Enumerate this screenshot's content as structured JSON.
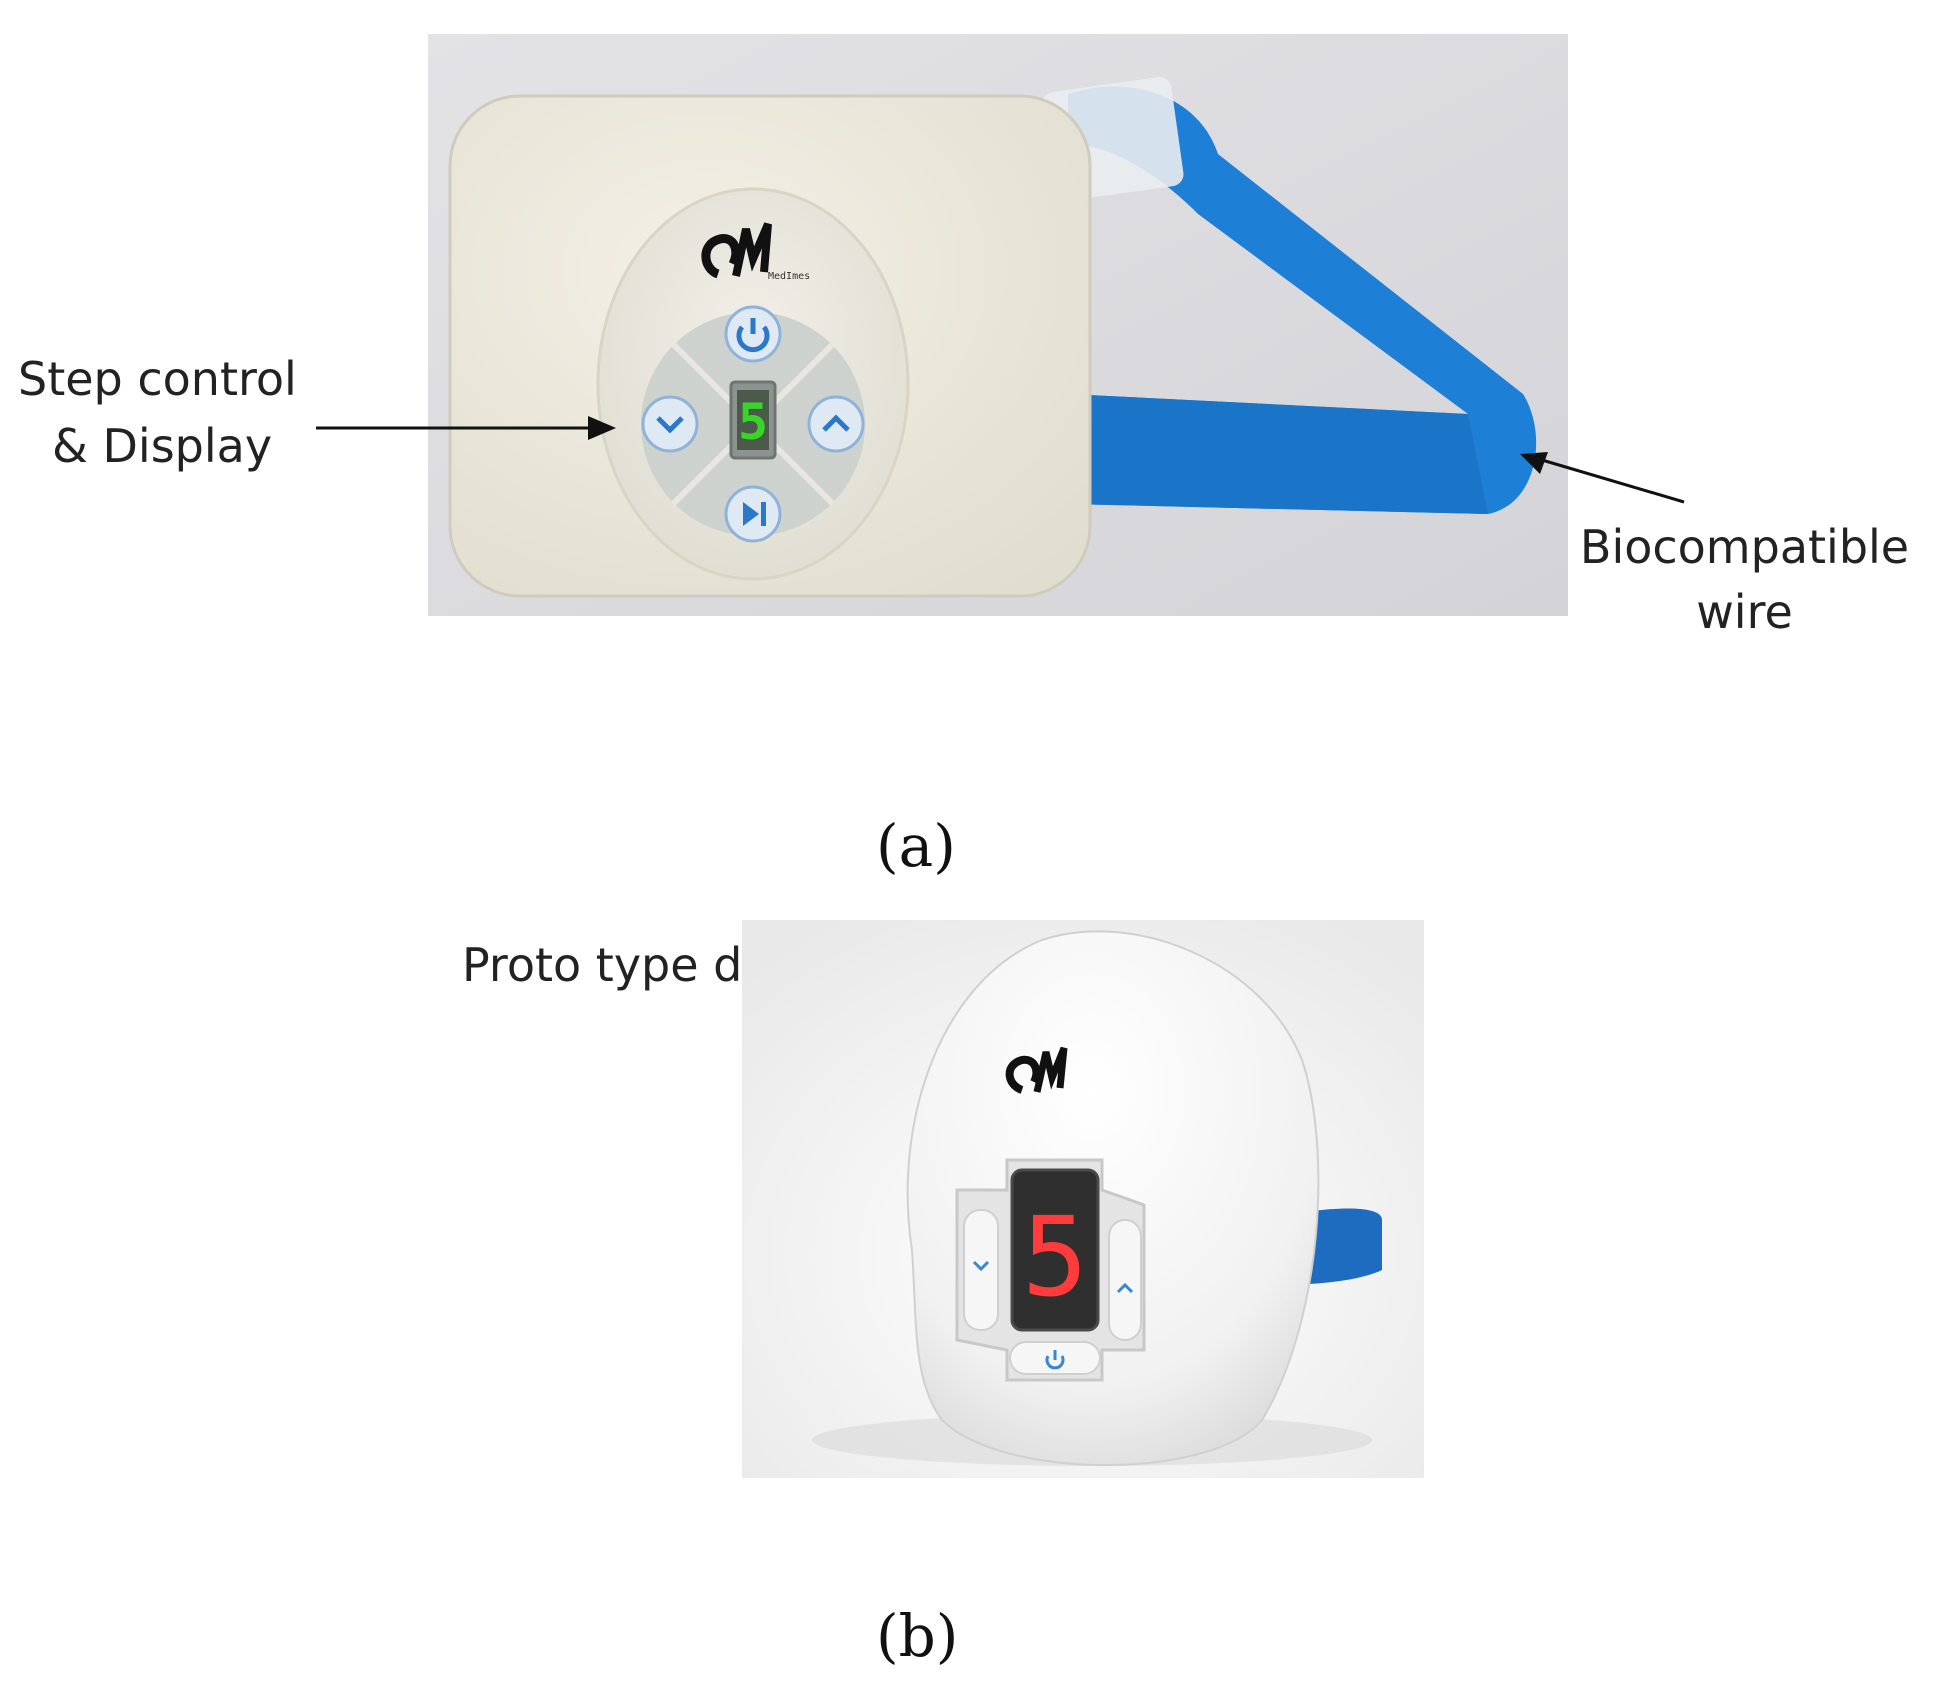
{
  "panel_a": {
    "label": "(a)",
    "callout_left": {
      "line1": "Step control",
      "line2": "& Display"
    },
    "callout_right": {
      "line1": "Biocompatible",
      "line2": "wire"
    },
    "device": {
      "display_value": "5",
      "display_color": "#39d62a",
      "strap_color": "#1e7fd6",
      "case_color": "#eeebdf"
    }
  },
  "panel_b": {
    "label": "(b)",
    "caption": "Proto type design",
    "device": {
      "display_value": "5",
      "display_color": "#ff3b3b",
      "strap_color": "#1e6cc0",
      "case_color": "#fafafa"
    }
  },
  "icons": [
    "power-icon",
    "chevron-down-icon",
    "chevron-up-icon",
    "skip-next-icon",
    "brand-logo"
  ]
}
